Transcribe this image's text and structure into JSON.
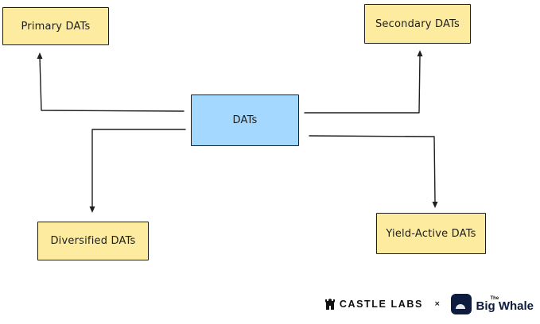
{
  "diagram": {
    "center": {
      "label": "DATs",
      "color": "#a5d8ff"
    },
    "nodes": [
      {
        "id": "primary",
        "label": "Primary DATs",
        "color": "#fdeca0"
      },
      {
        "id": "secondary",
        "label": "Secondary DATs",
        "color": "#fdeca0"
      },
      {
        "id": "diversified",
        "label": "Diversified DATs",
        "color": "#fdeca0"
      },
      {
        "id": "yield_active",
        "label": "Yield-Active DATs",
        "color": "#fdeca0"
      }
    ],
    "edges": [
      {
        "from": "center",
        "to": "primary"
      },
      {
        "from": "center",
        "to": "secondary"
      },
      {
        "from": "center",
        "to": "diversified"
      },
      {
        "from": "center",
        "to": "yield_active"
      }
    ]
  },
  "footer": {
    "brand_one": "CASTLE LABS",
    "separator": "×",
    "brand_two_prefix": "The",
    "brand_two": "Big Whale",
    "brand_one_icon": "castle-icon",
    "brand_two_icon": "whale-icon"
  }
}
